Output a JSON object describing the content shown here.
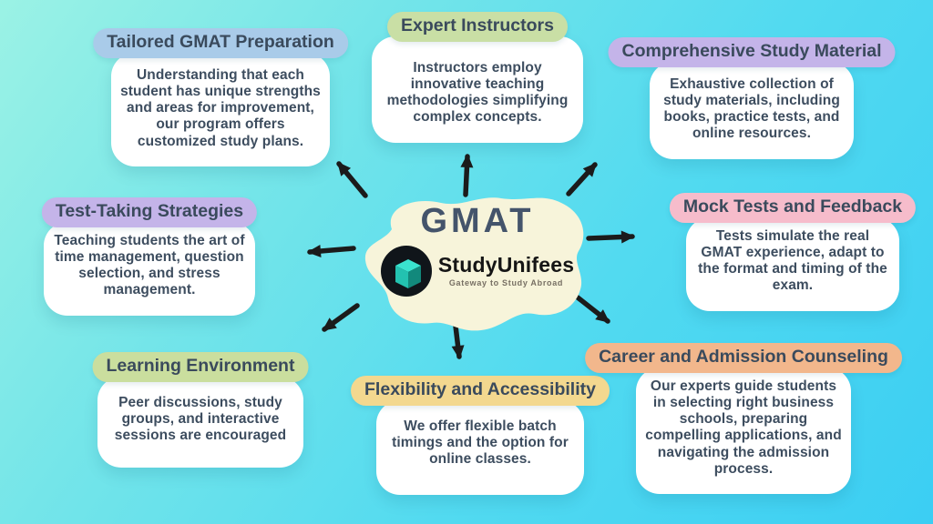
{
  "background": {
    "gradient_from": "#9bf2e5",
    "gradient_to": "#3bcef3"
  },
  "center": {
    "title": "GMAT",
    "blob_color": "#f7f4da",
    "title_color": "#44546b",
    "brand": {
      "name": "StudyUnifees",
      "tagline": "Gateway to Study Abroad",
      "logo_icon": "isometric-arrow-icon",
      "circle_color": "#10151a",
      "icon_teal": "#3ae3cf",
      "icon_teal_mid": "#23c2b0",
      "icon_teal_dark": "#12897c"
    }
  },
  "arrow_color": "#1b1b1b",
  "arrows": [
    "up-left",
    "up",
    "up-right",
    "left",
    "right",
    "down-left",
    "down",
    "down-right"
  ],
  "cards": [
    {
      "title": "Tailored GMAT Preparation",
      "highlight": "#a9cbe9",
      "body": "Understanding that each student has unique strengths and areas for improvement, our program offers customized study plans."
    },
    {
      "title": "Expert Instructors",
      "highlight": "#c9dfa5",
      "body": "Instructors employ innovative teaching methodologies simplifying complex concepts."
    },
    {
      "title": "Comprehensive Study Material",
      "highlight": "#c4b4e9",
      "body": "Exhaustive collection of study materials, including books, practice tests, and online resources."
    },
    {
      "title": "Test-Taking Strategies",
      "highlight": "#c4b4e9",
      "body": "Teaching students the art of time management, question selection, and stress management."
    },
    {
      "title": "Mock Tests and Feedback",
      "highlight": "#f6bccb",
      "body": "Tests simulate the real GMAT experience, adapt to the format and timing of the exam."
    },
    {
      "title": "Learning Environment",
      "highlight": "#cade9e",
      "body": "Peer discussions, study groups, and interactive sessions are encouraged"
    },
    {
      "title": "Flexibility and Accessibility",
      "highlight": "#f3d88f",
      "body": "We offer flexible batch timings and the option for online classes."
    },
    {
      "title": "Career and Admission Counseling",
      "highlight": "#f2b78c",
      "body": "Our experts guide students in selecting right business schools, preparing compelling applications, and navigating the admission process."
    }
  ]
}
